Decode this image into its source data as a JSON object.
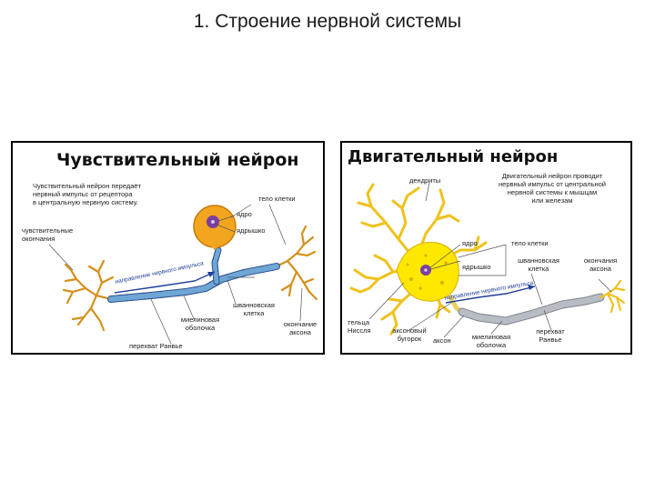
{
  "slide": {
    "title": "1. Строение нервной системы"
  },
  "sensory": {
    "heading": "Чувствительный нейрон",
    "description": [
      "Чувствительный нейрон передаёт",
      "нервный импульс от рецептора",
      "в центральную нервную систему."
    ],
    "labels": {
      "cell_body": "тело клетки",
      "nucleus": "ядро",
      "nucleolus": "ядрышко",
      "sensory_endings": [
        "чувствительные",
        "окончания"
      ],
      "impulse_direction": "направление нервного импульса",
      "schwann_cell": [
        "шванновская",
        "клетка"
      ],
      "myelin_sheath": [
        "миелиновая",
        "оболочка"
      ],
      "axon_ending": [
        "окончание",
        "аксона"
      ],
      "node_of_ranvier": "перехват Ранвье"
    }
  },
  "motor": {
    "heading": "Двигательный нейрон",
    "description": [
      "Двигательный нейрон проводит",
      "нервный импульс от центральной",
      "нервной системы к мышцам",
      "или железам"
    ],
    "labels": {
      "dendrites": "дендриты",
      "nucleus": "ядро",
      "cell_body": "тело клетки",
      "nucleolus": "ядрышко",
      "schwann_cell": [
        "шванновская",
        "клетка"
      ],
      "axon_ending": [
        "окончания",
        "аксона"
      ],
      "impulse_direction": "направление нервного импульса",
      "nissl_bodies": [
        "тельца",
        "Ниссля"
      ],
      "axon_hillock": [
        "аксоновый",
        "бугорок"
      ],
      "axon": "аксон",
      "myelin_sheath": [
        "миелиновая",
        "оболочка"
      ],
      "node_of_ranvier": [
        "перехват",
        "Ранвье"
      ]
    }
  },
  "colors": {
    "dendrite": "#d4901c",
    "sensory_body": "#f2a51e",
    "nucleus": "#7a3fa0",
    "myelin": "#6ea6d6",
    "axon": "#2c4f8c",
    "motor_body": "#ffe800",
    "motor_myelin": "#b8bcc4",
    "arrow": "#1f3f9a"
  }
}
